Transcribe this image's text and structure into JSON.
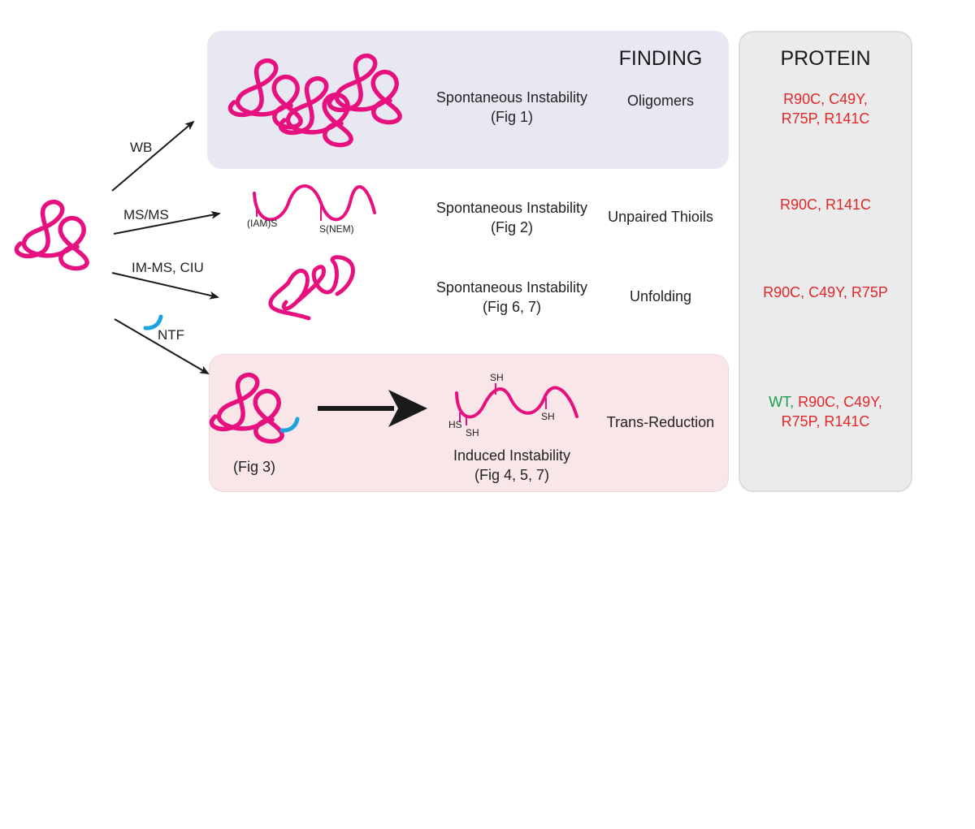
{
  "headers": {
    "finding": "FINDING",
    "protein": "PROTEIN"
  },
  "methods": {
    "wb": "WB",
    "msms": "MS/MS",
    "imms": "IM-MS, CIU",
    "ntf": "NTF"
  },
  "rows": [
    {
      "instability": "Spontaneous Instability",
      "fig": "(Fig 1)",
      "finding": "Oligomers",
      "protein_line1": "R90C, C49Y,",
      "protein_line2": "R75P, R141C"
    },
    {
      "instability": "Spontaneous Instability",
      "fig": "(Fig 2)",
      "finding": "Unpaired Thioils",
      "protein_line1": "R90C, R141C"
    },
    {
      "instability": "Spontaneous Instability",
      "fig": "(Fig 6, 7)",
      "finding": "Unfolding",
      "protein_line1": "R90C, C49Y, R75P"
    },
    {
      "instability": "Induced Instability",
      "fig": "(Fig 4, 5, 7)",
      "finding": "Trans-Reduction",
      "protein_wt": "WT,",
      "protein_line1": " R90C, C49Y,",
      "protein_line2": "R75P, R141C",
      "left_fig": "(Fig 3)"
    }
  ],
  "labels": {
    "iam": "(IAM)S",
    "nem": "S(NEM)",
    "sh_top": "SH",
    "sh_right": "SH",
    "hs": "HS",
    "sh_bottom": "SH"
  },
  "colors": {
    "protein_chain": "#e6117f",
    "ntf": "#1aa3dc",
    "mutant_text": "#e0282b",
    "wt_text": "#1a9e4a"
  }
}
